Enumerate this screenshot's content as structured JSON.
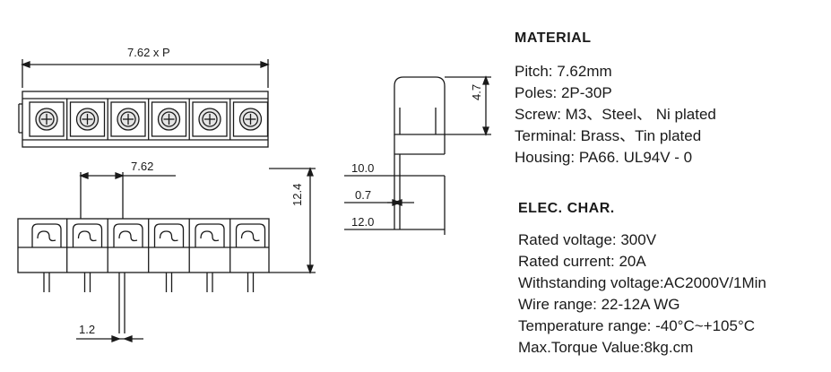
{
  "dimensions": {
    "overall_length": "7.62 x P",
    "pitch": "7.62",
    "height": "12.4",
    "pin_width": "1.2",
    "top_height": "4.7",
    "side_10": "10.0",
    "side_07": "0.7",
    "side_12": "12.0"
  },
  "material": {
    "heading": "MATERIAL",
    "lines": [
      "Pitch: 7.62mm",
      "Poles:  2P-30P",
      "Screw: M3、Steel、 Ni  plated",
      "Terminal: Brass、Tin plated",
      "Housing: PA66. UL94V - 0"
    ]
  },
  "elec": {
    "heading": "ELEC. CHAR.",
    "lines": [
      "Rated voltage: 300V",
      "Rated current: 20A",
      "Withstanding voltage:AC2000V/1Min",
      "Wire range: 22-12A WG",
      "Temperature range: -40°C~+105°C",
      "Max.Torque Value:8kg.cm"
    ]
  },
  "colors": {
    "line": "#1a1a1a",
    "screw_fill": "#e6e6e6"
  }
}
